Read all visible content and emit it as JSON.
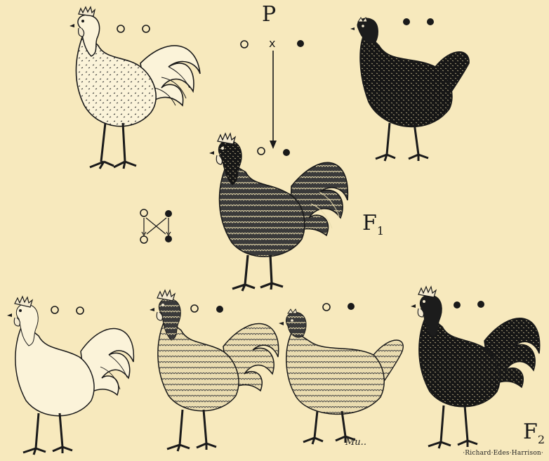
{
  "labels": {
    "parent_generation": "P",
    "first_generation_letter": "F",
    "first_generation_sub": "1",
    "second_generation_letter": "F",
    "second_generation_sub": "2",
    "cross_symbol": "x",
    "artist_signature": "·Richard·Edes·Harrison·",
    "monogram": "Mu.."
  },
  "colors": {
    "background": "#f7e9bd",
    "ink": "#1a1a1a",
    "white_bird": "#fbf3d9",
    "dark_bird": "#1c1c1c",
    "comb": "#f4ead0"
  },
  "birds": [
    {
      "id": "p-white-rooster",
      "generation": "P",
      "shade": "white",
      "type": "rooster",
      "alleles": [
        "open",
        "open"
      ]
    },
    {
      "id": "p-black-hen",
      "generation": "P",
      "shade": "black",
      "type": "hen",
      "alleles": [
        "filled",
        "filled"
      ]
    },
    {
      "id": "f1-rooster",
      "generation": "F1",
      "shade": "blue",
      "type": "rooster",
      "alleles": [
        "open",
        "filled"
      ]
    },
    {
      "id": "f2-white-rooster",
      "generation": "F2",
      "shade": "white",
      "type": "rooster",
      "alleles": [
        "open",
        "open"
      ]
    },
    {
      "id": "f2-blue-rooster",
      "generation": "F2",
      "shade": "blue",
      "type": "rooster",
      "alleles": [
        "open",
        "filled"
      ]
    },
    {
      "id": "f2-blue-hen",
      "generation": "F2",
      "shade": "blue",
      "type": "hen",
      "alleles": [
        "open",
        "filled"
      ]
    },
    {
      "id": "f2-black-rooster",
      "generation": "F2",
      "shade": "black",
      "type": "rooster",
      "alleles": [
        "filled",
        "filled"
      ]
    }
  ],
  "icons": [
    "rooster-icon",
    "hen-icon",
    "allele-open-icon",
    "allele-filled-icon",
    "cross-arrow-icon"
  ]
}
